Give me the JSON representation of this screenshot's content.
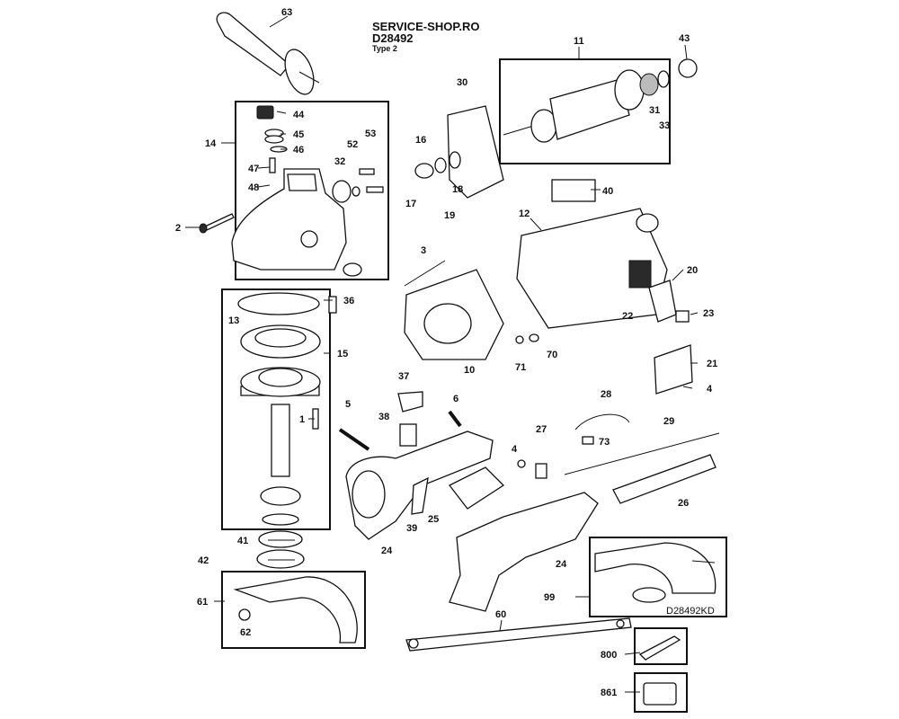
{
  "header": {
    "site": "SERVICE-SHOP.RO",
    "model": "D28492",
    "type": "Type 2"
  },
  "callouts": [
    "63",
    "44",
    "45",
    "46",
    "14",
    "47",
    "48",
    "2",
    "32",
    "52",
    "53",
    "30",
    "16",
    "18",
    "17",
    "19",
    "11",
    "43",
    "31",
    "33",
    "40",
    "12",
    "3",
    "20",
    "22",
    "23",
    "10",
    "70",
    "71",
    "21",
    "4",
    "36",
    "13",
    "15",
    "1",
    "37",
    "38",
    "5",
    "6",
    "28",
    "73",
    "29",
    "27",
    "4",
    "25",
    "39",
    "24",
    "26",
    "24",
    "41",
    "42",
    "61",
    "62",
    "99",
    "60",
    "800",
    "861"
  ],
  "kit_label": "D28492KD"
}
